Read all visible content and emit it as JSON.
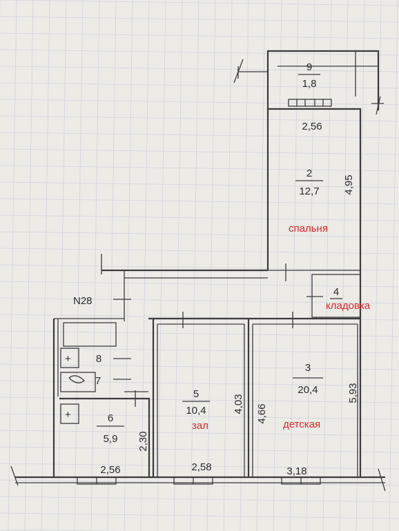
{
  "rooms": [
    {
      "number": "9",
      "area": "1,8"
    },
    {
      "number": "2",
      "area": "12,7",
      "name": "спальня"
    },
    {
      "number": "4",
      "name": "кладовка"
    },
    {
      "number": "3",
      "area": "20,4",
      "name": "детская"
    },
    {
      "number": "5",
      "area": "10,4",
      "name": "зал"
    },
    {
      "number": "6",
      "area": "5,9"
    },
    {
      "number": "8"
    },
    {
      "number": "7"
    }
  ],
  "dimensions": {
    "balcony_width": "2,56",
    "bedroom_length": "4,95",
    "kids_length": "5,93",
    "kids_inner": "4,66",
    "hall_length": "4,03",
    "kitchen_length": "2,30",
    "kitchen_width": "2,56",
    "hall_width": "2,58",
    "kids_width": "3,18"
  },
  "entrance_label": "N28",
  "colors": {
    "wall": "#3a3a3c",
    "annotation": "#e0262b",
    "paper": "#ecebe6"
  }
}
